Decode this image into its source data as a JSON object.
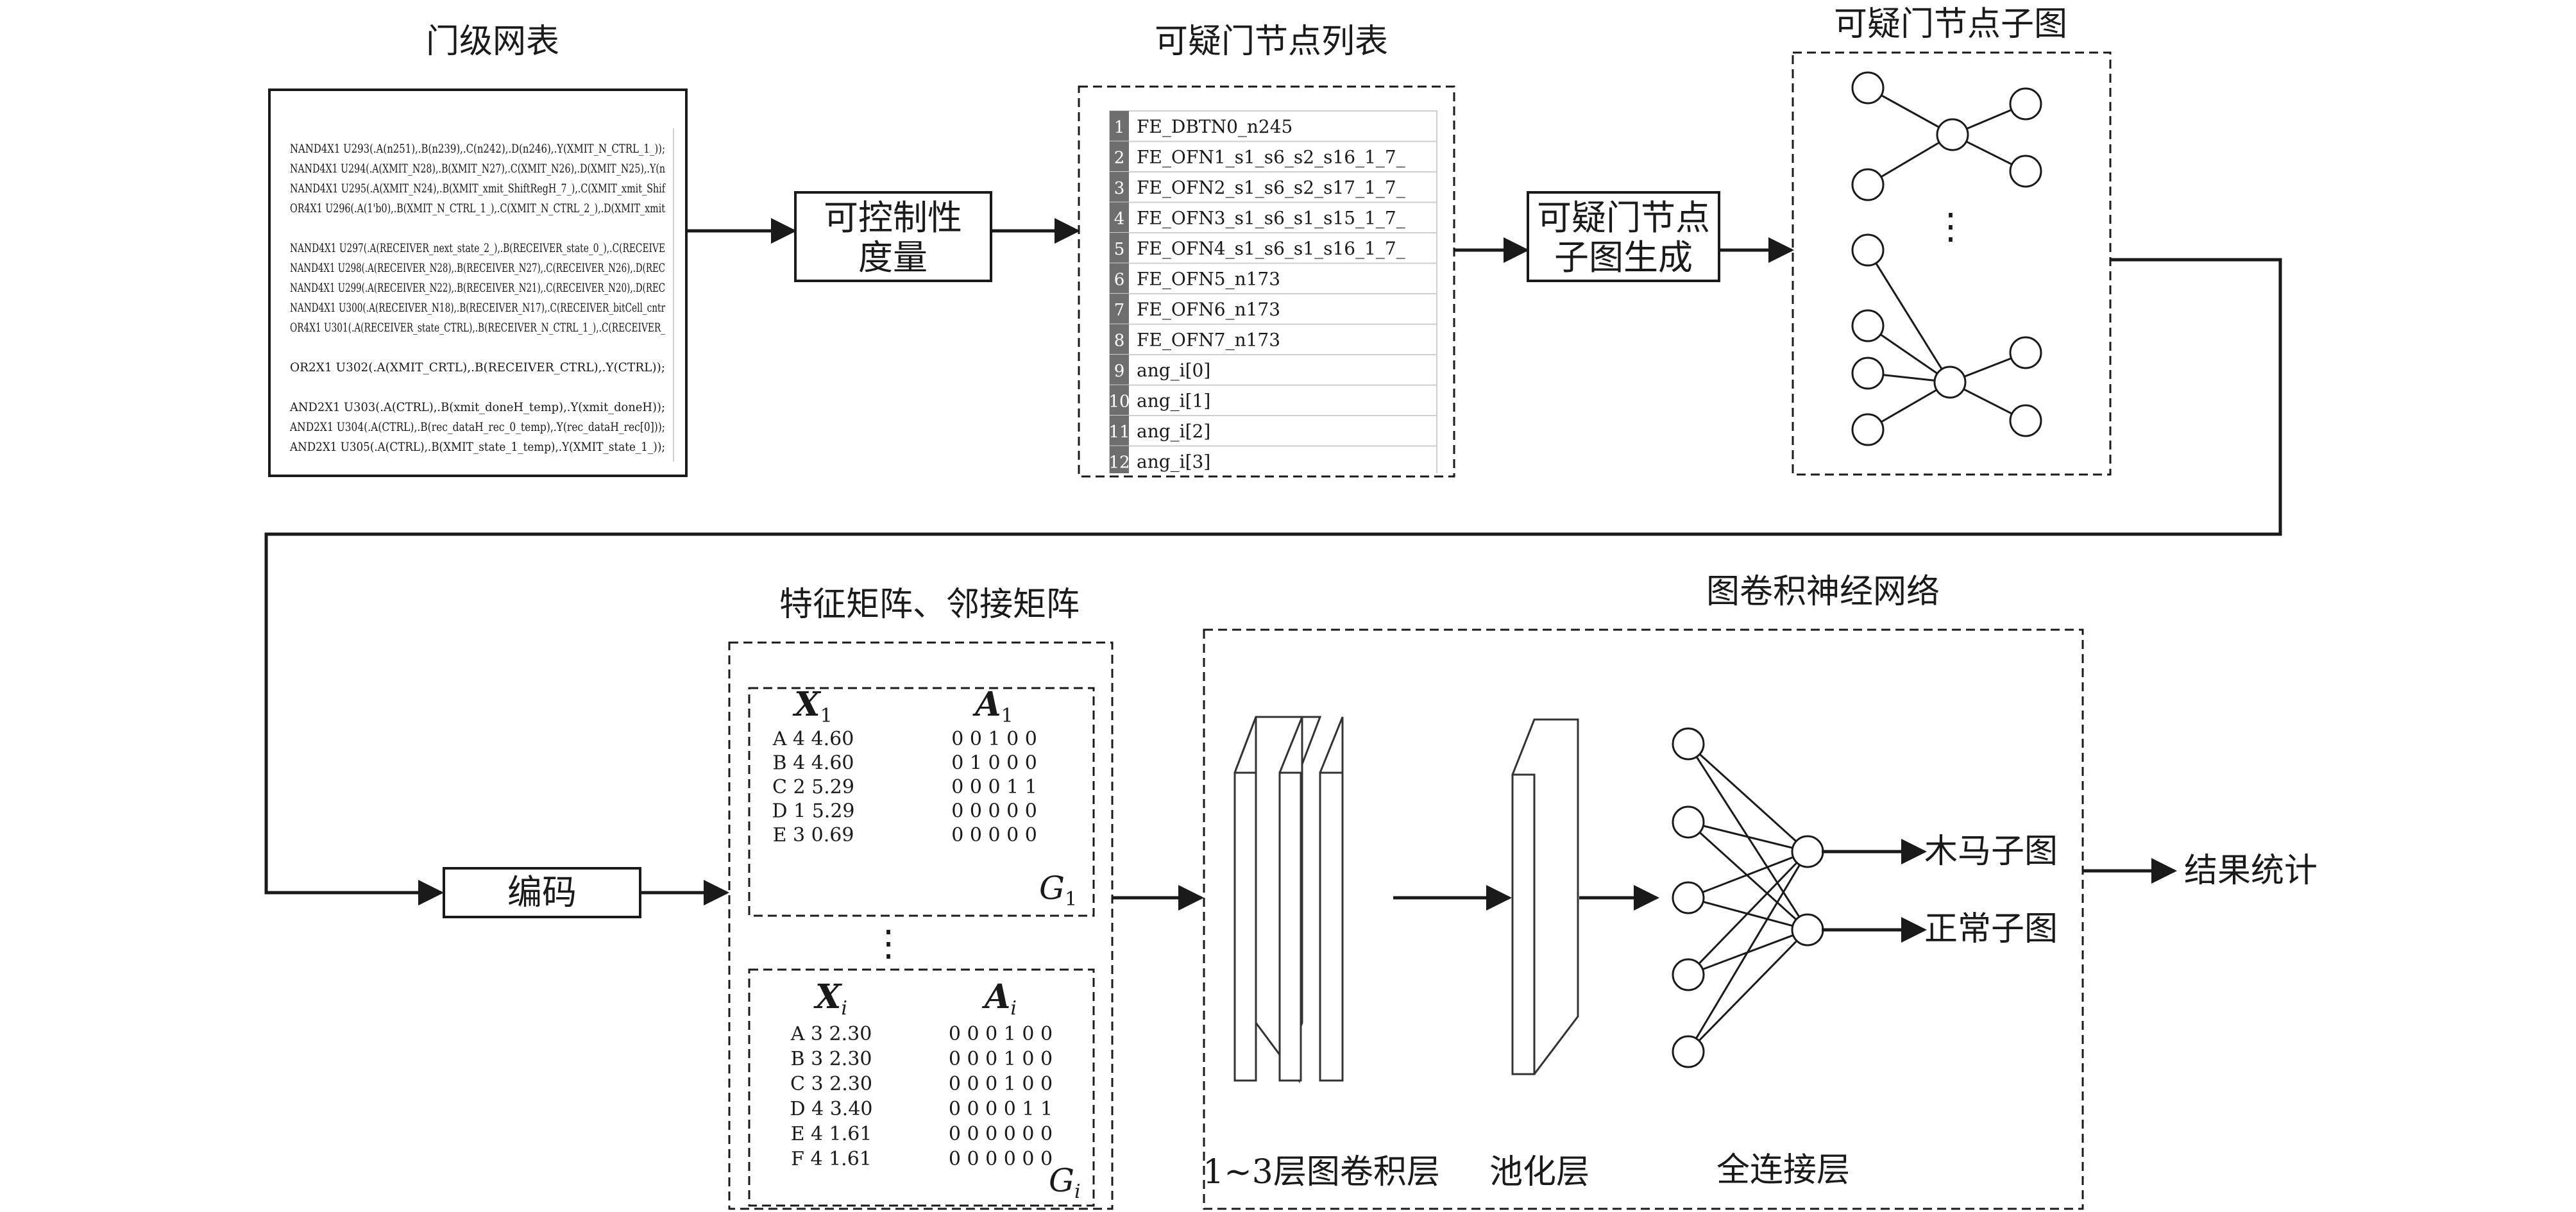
{
  "stages": {
    "netlist_title": "门级网表",
    "suspicious_list_title": "可疑门节点列表",
    "subgraph_title": "可疑门节点子图",
    "matrix_title": "特征矩阵、邻接矩阵",
    "gcn_title": "图卷积神经网络"
  },
  "process": {
    "controllability": [
      "可控制性",
      "度量"
    ],
    "subgraph_gen": [
      "可疑门节点",
      "子图生成"
    ],
    "encoding": "编码"
  },
  "netlist": {
    "lines": [
      "NAND4X1 U293(.A(n251),.B(n239),.C(n242),.D(n246),.Y(XMIT_N_CTRL_1_));",
      "NAND4X1 U294(.A(XMIT_N28),.B(XMIT_N27),.C(XMIT_N26),.D(XMIT_N25),.Y(n",
      "NAND4X1 U295(.A(XMIT_N24),.B(XMIT_xmit_ShiftRegH_7_),.C(XMIT_xmit_Shif",
      "OR4X1   U296(.A(1'b0),.B(XMIT_N_CTRL_1_),.C(XMIT_N_CTRL_2_),.D(XMIT_xmit",
      "",
      "NAND4X1 U297(.A(RECEIVER_next_state_2_),.B(RECEIVER_state_0_),.C(RECEIVE",
      "NAND4X1 U298(.A(RECEIVER_N28),.B(RECEIVER_N27),.C(RECEIVER_N26),.D(REC",
      "NAND4X1 U299(.A(RECEIVER_N22),.B(RECEIVER_N21),.C(RECEIVER_N20),.D(REC",
      "NAND4X1 U300(.A(RECEIVER_N18),.B(RECEIVER_N17),.C(RECEIVER_bitCell_cntr",
      "OR4X1   U301(.A(RECEIVER_state_CTRL),.B(RECEIVER_N_CTRL_1_),.C(RECEIVER_",
      "",
      "OR2X1   U302(.A(XMIT_CRTL),.B(RECEIVER_CTRL),.Y(CTRL));",
      "",
      "AND2X1  U303(.A(CTRL),.B(xmit_doneH_temp),.Y(xmit_doneH));",
      "AND2X1  U304(.A(CTRL),.B(rec_dataH_rec_0_temp),.Y(rec_dataH_rec[0]));",
      "AND2X1  U305(.A(CTRL),.B(XMIT_state_1_temp),.Y(XMIT_state_1_));"
    ]
  },
  "suspicious_list": {
    "items": [
      {
        "index": "1",
        "name": "FE_DBTN0_n245"
      },
      {
        "index": "2",
        "name": "FE_OFN1_s1_s6_s2_s16_1_7_"
      },
      {
        "index": "3",
        "name": "FE_OFN2_s1_s6_s2_s17_1_7_"
      },
      {
        "index": "4",
        "name": "FE_OFN3_s1_s6_s1_s15_1_7_"
      },
      {
        "index": "5",
        "name": "FE_OFN4_s1_s6_s1_s16_1_7_"
      },
      {
        "index": "6",
        "name": "FE_OFN5_n173"
      },
      {
        "index": "7",
        "name": "FE_OFN6_n173"
      },
      {
        "index": "8",
        "name": "FE_OFN7_n173"
      },
      {
        "index": "9",
        "name": "ang_i[0]"
      },
      {
        "index": "10",
        "name": "ang_i[1]"
      },
      {
        "index": "11",
        "name": "ang_i[2]"
      },
      {
        "index": "12",
        "name": "ang_i[3]"
      }
    ]
  },
  "subgraph": {
    "ellipsis": "⋮"
  },
  "matrices": {
    "top": {
      "x_label": "X",
      "x_sub": "1",
      "a_label": "A",
      "a_sub": "1",
      "g_label": "G",
      "g_sub": "1",
      "features": [
        "A 4 4.60",
        "B 4 4.60",
        "C 2 5.29",
        "D 1 5.29",
        "E 3 0.69"
      ],
      "adjacency": [
        "0 0 1 0 0",
        "0 1 0 0 0",
        "0 0 0 1 1",
        "0 0 0 0 0",
        "0 0 0 0 0"
      ]
    },
    "ellipsis": "⋮",
    "bottom": {
      "x_label": "X",
      "x_sub": "i",
      "a_label": "A",
      "a_sub": "i",
      "g_label": "G",
      "g_sub": "i",
      "features": [
        "A 3 2.30",
        "B 3 2.30",
        "C 3 2.30",
        "D 4 3.40",
        "E 4 1.61",
        "F 4 1.61"
      ],
      "adjacency": [
        "0 0 0 1 0 0",
        "0 0 0 1 0 0",
        "0 0 0 1 0 0",
        "0 0 0 0 1 1",
        "0 0 0 0 0 0",
        "0 0 0 0 0 0"
      ]
    }
  },
  "gcn": {
    "conv_label": "1~3层图卷积层",
    "pool_label": "池化层",
    "fc_label": "全连接层",
    "outputs": [
      "木马子图",
      "正常子图"
    ]
  },
  "result": "结果统计"
}
